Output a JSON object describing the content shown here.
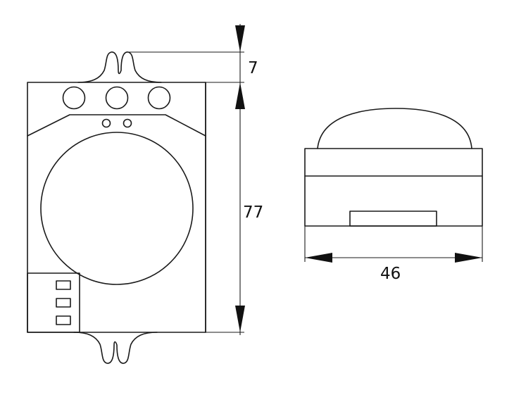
{
  "dimensions": {
    "height_small": "7",
    "height_main": "77",
    "width": "46"
  },
  "colors": {
    "line": "#1a1a1a",
    "background": "#ffffff"
  }
}
